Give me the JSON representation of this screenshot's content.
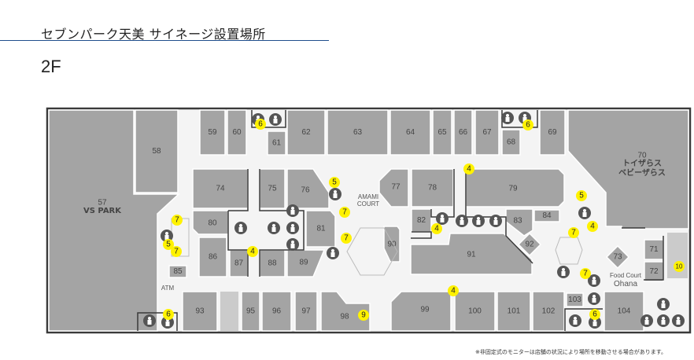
{
  "header": {
    "title": "セブンパーク天美 サイネージ設置場所",
    "floor": "2F"
  },
  "footer_note": "※非固定式のモニターは店舗の状況により場所を移動させる場合があります。",
  "colors": {
    "store": "#a4a4a4",
    "store_light": "#cbcbcb",
    "corridor": "#f4f4f4",
    "border": "#3a3a3a",
    "marker": "#fff200",
    "pictogram": "#555555",
    "rule": "#1f4e8c"
  },
  "map": {
    "stores": [
      {
        "id": "57",
        "name": "VS PARK"
      },
      {
        "id": "58"
      },
      {
        "id": "59"
      },
      {
        "id": "60"
      },
      {
        "id": "61"
      },
      {
        "id": "62"
      },
      {
        "id": "63"
      },
      {
        "id": "64"
      },
      {
        "id": "65"
      },
      {
        "id": "66"
      },
      {
        "id": "67"
      },
      {
        "id": "68"
      },
      {
        "id": "69"
      },
      {
        "id": "70",
        "name": "トイザらス",
        "name2": "ベビーザらス"
      },
      {
        "id": "71"
      },
      {
        "id": "72"
      },
      {
        "id": "73"
      },
      {
        "id": "74"
      },
      {
        "id": "75"
      },
      {
        "id": "76"
      },
      {
        "id": "77"
      },
      {
        "id": "78"
      },
      {
        "id": "79"
      },
      {
        "id": "80"
      },
      {
        "id": "81"
      },
      {
        "id": "82"
      },
      {
        "id": "83"
      },
      {
        "id": "84"
      },
      {
        "id": "85"
      },
      {
        "id": "86"
      },
      {
        "id": "87"
      },
      {
        "id": "88"
      },
      {
        "id": "89"
      },
      {
        "id": "90"
      },
      {
        "id": "91"
      },
      {
        "id": "92"
      },
      {
        "id": "93"
      },
      {
        "id": "95"
      },
      {
        "id": "96"
      },
      {
        "id": "97"
      },
      {
        "id": "98"
      },
      {
        "id": "99"
      },
      {
        "id": "100"
      },
      {
        "id": "101"
      },
      {
        "id": "102"
      },
      {
        "id": "103"
      },
      {
        "id": "104"
      }
    ],
    "labels": {
      "atm": "ATM",
      "court1": "AMAMI",
      "court2": "COURT",
      "food1": "Food Court",
      "food2": "Ohana"
    },
    "markers": [
      "6",
      "6",
      "5",
      "7",
      "7",
      "5",
      "7",
      "4",
      "7",
      "4",
      "4",
      "5",
      "4",
      "7",
      "7",
      "4",
      "9",
      "6",
      "6",
      "10"
    ],
    "pictograms": [
      "escalator-icon",
      "stairs-icon",
      "escalator-icon",
      "stairs-icon",
      "men-restroom-icon",
      "women-restroom-icon",
      "wheelchair-icon",
      "baby-care-icon",
      "nursing-room-icon",
      "escalator-icon",
      "escalator-icon",
      "smoking-icon",
      "restroom-icon",
      "wheelchair-icon",
      "baby-care-icon",
      "nursing-room-icon",
      "escalator-icon",
      "escalator-icon",
      "elevator-icon",
      "elevator-icon",
      "escalator-icon",
      "elevator-icon",
      "escalator-icon",
      "elevator-icon",
      "restroom-icon",
      "nursing-room-icon",
      "wheelchair-icon",
      "baby-care-icon"
    ]
  }
}
